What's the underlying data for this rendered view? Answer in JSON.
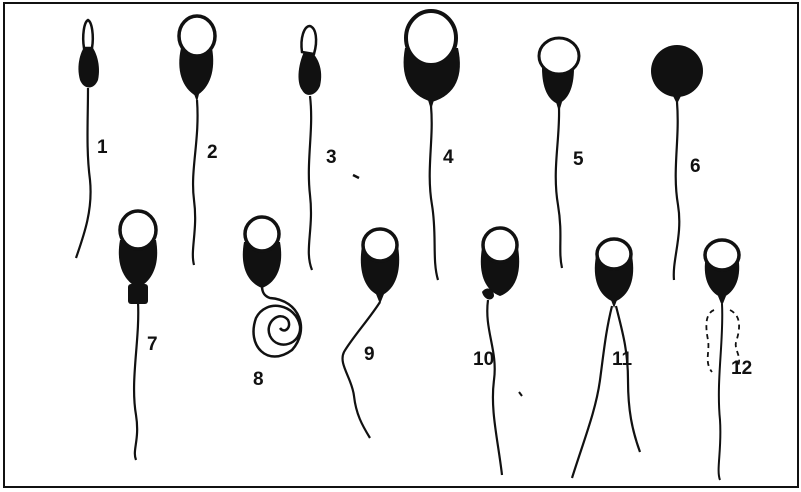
{
  "figure": {
    "labels": [
      "1",
      "2",
      "3",
      "4",
      "5",
      "6",
      "7",
      "8",
      "9",
      "10",
      "11",
      "12"
    ],
    "ink_color": "#111111",
    "background": "#ffffff"
  }
}
